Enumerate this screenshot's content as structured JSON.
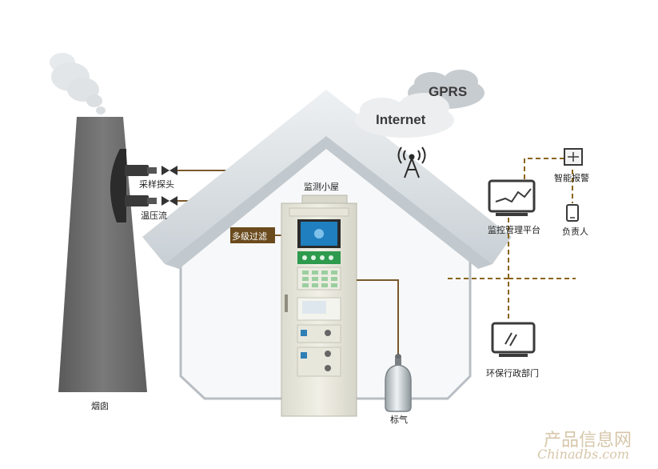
{
  "labels": {
    "chimney": "烟囱",
    "probe": "采样探头",
    "temp_pressure_flow": "温压流",
    "house": "监测小屋",
    "filter": "多级过滤",
    "gas_cylinder": "标气",
    "monitor_platform": "监控管理平台",
    "alarm": "智能报警",
    "responsible": "负责人",
    "env_department": "环保行政部门"
  },
  "clouds": {
    "gprs": "GPRS",
    "internet": "Internet"
  },
  "watermark": {
    "cn": "产品信息网",
    "en": "Chinadbs.com"
  },
  "colors": {
    "pipe": "#7a5a2c",
    "dashed_link": "#8a6418",
    "chimney": "#6b6b6b",
    "roof": "#dfe4e8",
    "cabinet": "#ecebdf",
    "screen": "#1f7fbf"
  }
}
